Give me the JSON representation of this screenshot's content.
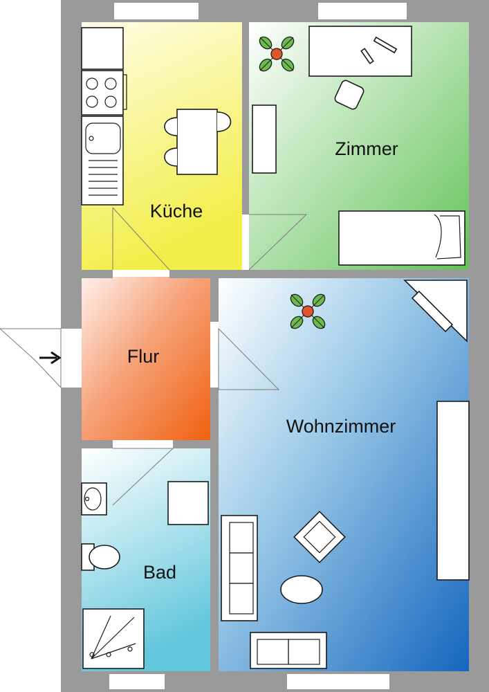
{
  "rooms": {
    "kueche": {
      "label": "Küche"
    },
    "zimmer": {
      "label": "Zimmer"
    },
    "flur": {
      "label": "Flur"
    },
    "wohnzimmer": {
      "label": "Wohnzimmer"
    },
    "bad": {
      "label": "Bad"
    }
  },
  "colors": {
    "wall": "#9a9a9a",
    "kueche": [
      "#fffde0",
      "#f3ef4a"
    ],
    "zimmer": [
      "#ffffff",
      "#6cc460"
    ],
    "flur": [
      "#fde8e2",
      "#f06a18"
    ],
    "wohnzimmer": [
      "#ffffff",
      "#1b6fc0"
    ],
    "bad": [
      "#ffffff",
      "#6ccbe0"
    ]
  },
  "icons": [
    "entrance-arrow-icon",
    "plant-icon"
  ]
}
